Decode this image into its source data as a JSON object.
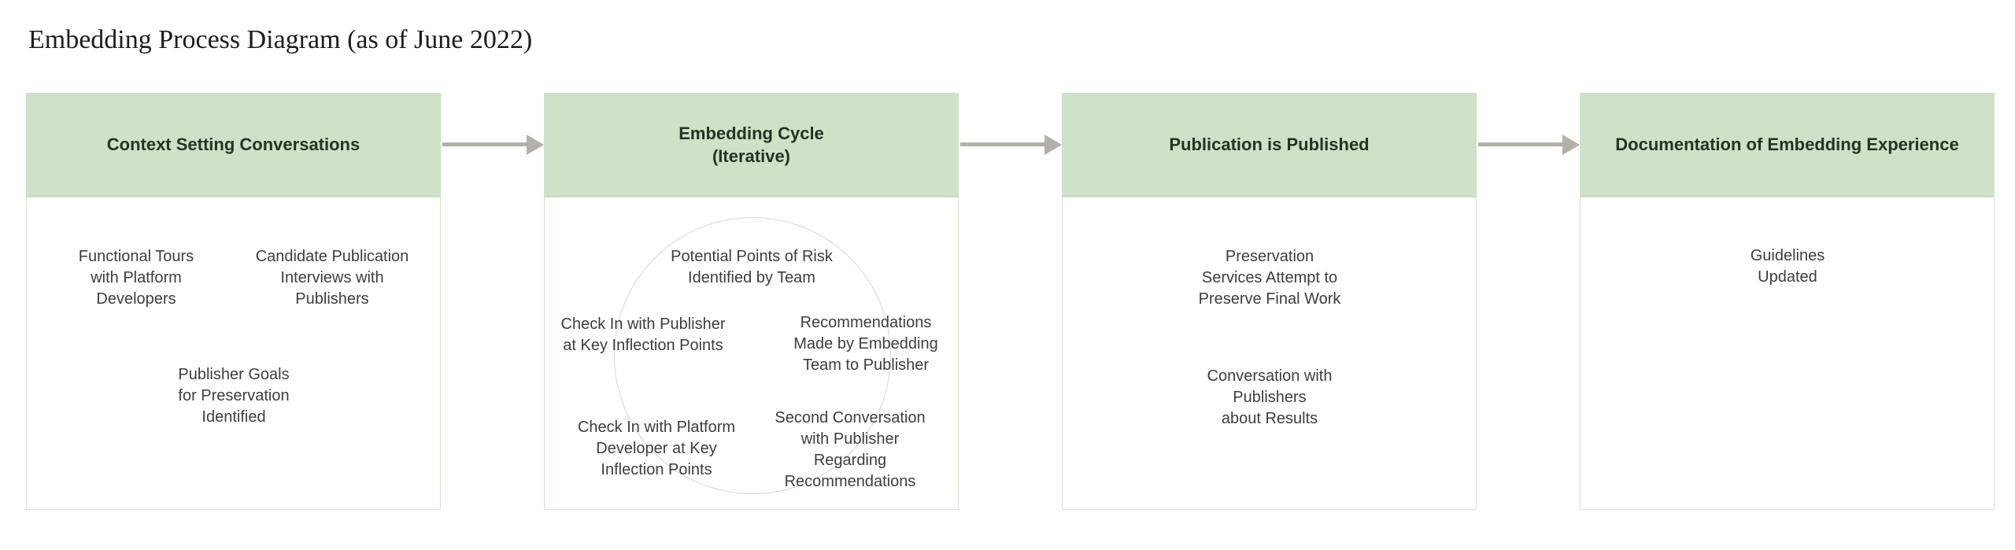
{
  "title": "Embedding Process Diagram (as of June 2022)",
  "colors": {
    "header_background": "#cfe2c8",
    "header_text": "#263226",
    "body_text": "#3d3d3d",
    "body_border": "#d8e2d2",
    "arrow": "#b4b0a8",
    "cycle_circle_outline": "#d6d6d6",
    "page_background": "#ffffff",
    "title_text": "#1c1c1c"
  },
  "stages": [
    {
      "header": "Context Setting Conversations",
      "notes": [
        "Functional Tours\nwith Platform\nDevelopers",
        "Candidate Publication\nInterviews with\nPublishers",
        "Publisher Goals\nfor Preservation\nIdentified"
      ]
    },
    {
      "header": "Embedding Cycle\n(Iterative)",
      "notes": [
        "Potential Points of Risk\nIdentified by Team",
        "Check In with Publisher\nat Key Inflection Points",
        "Recommendations\nMade by Embedding\nTeam to Publisher",
        "Check In with Platform\nDeveloper at Key\nInflection Points",
        "Second Conversation\nwith Publisher\nRegarding\nRecommendations"
      ]
    },
    {
      "header": "Publication is Published",
      "notes": [
        "Preservation\nServices Attempt to\nPreserve Final Work",
        "Conversation with\nPublishers\nabout Results"
      ]
    },
    {
      "header": "Documentation of Embedding Experience",
      "notes": [
        "Guidelines\nUpdated"
      ]
    }
  ]
}
